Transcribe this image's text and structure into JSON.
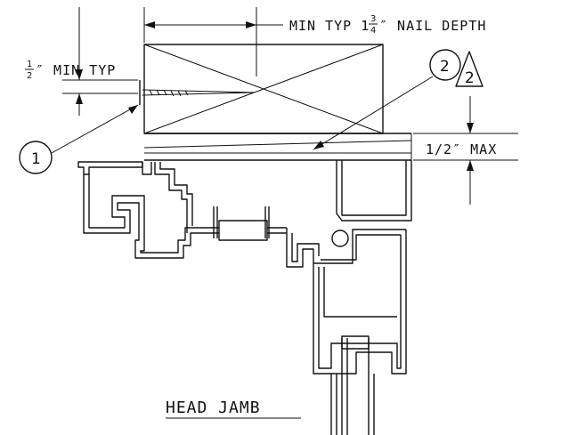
{
  "labels": {
    "nail_depth_prefix": "MIN TYP 1",
    "nail_depth_frac_num": "3",
    "nail_depth_frac_den": "4",
    "nail_depth_suffix": "″ NAIL DEPTH",
    "half_frac_num": "1",
    "half_frac_den": "2",
    "half_min_suffix": "″ MIN TYP",
    "max_gap": "1/2″ MAX",
    "title": "HEAD JAMB"
  },
  "callouts": [
    {
      "number": "1"
    },
    {
      "number": "2"
    },
    {
      "number": "2"
    }
  ]
}
